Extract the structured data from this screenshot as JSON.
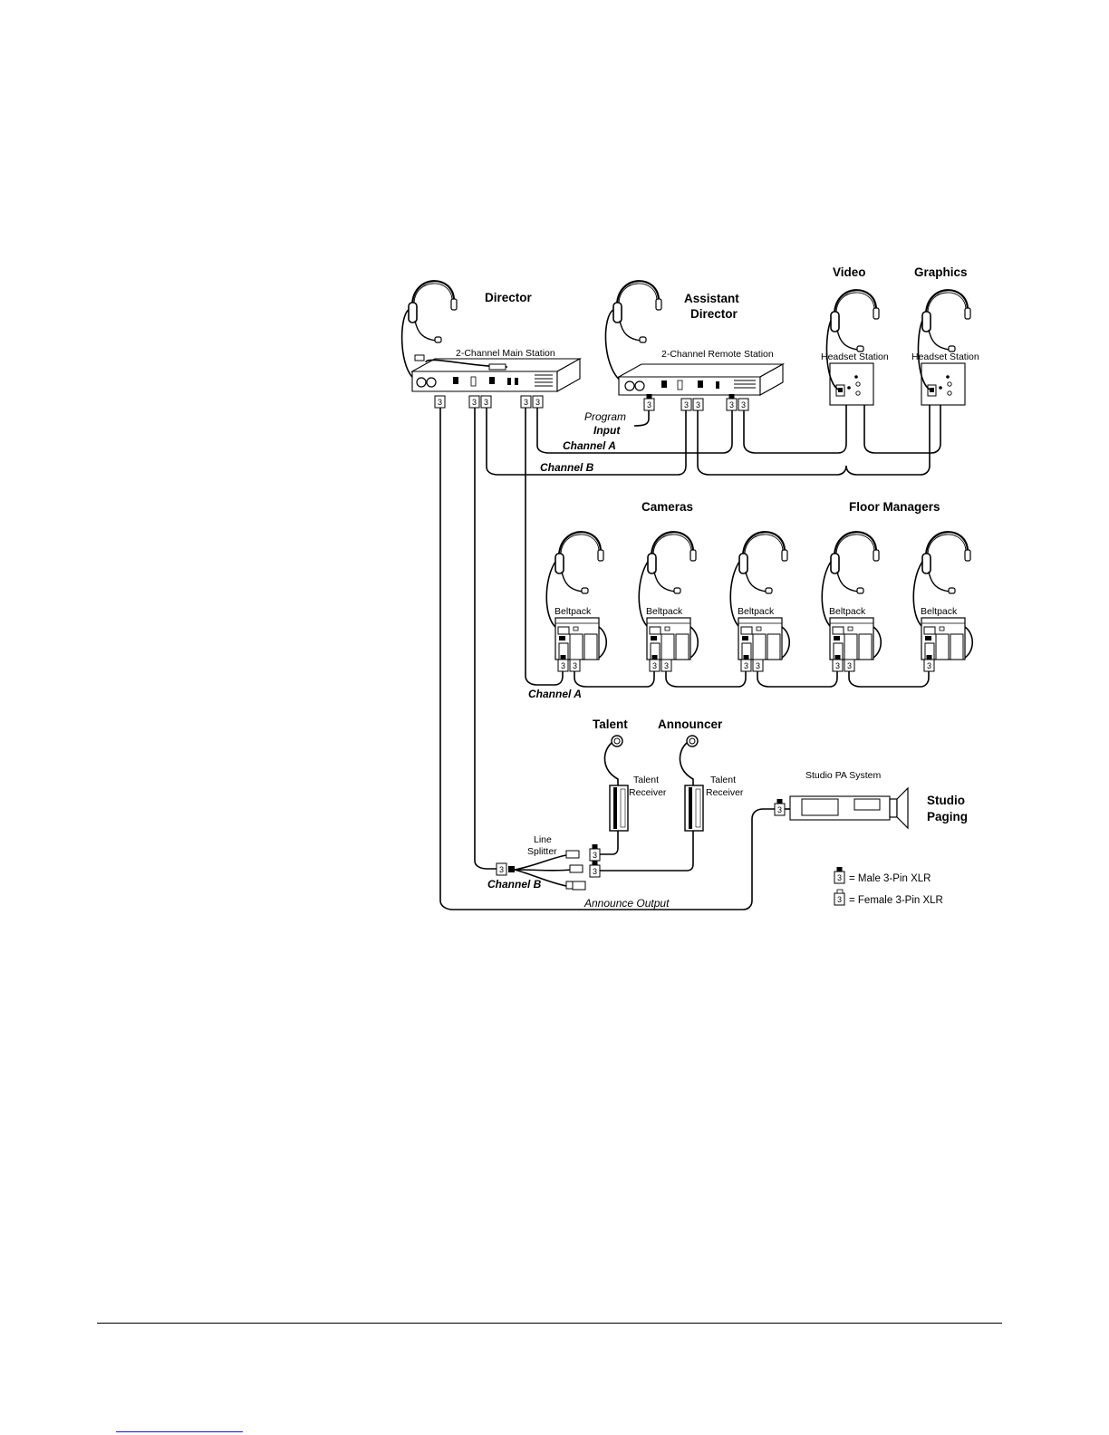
{
  "diagram": {
    "groups": {
      "director": "Director",
      "assistant_director": "Assistant Director",
      "assistant_director_line1": "Assistant",
      "assistant_director_line2": "Director",
      "video": "Video",
      "graphics": "Graphics",
      "cameras": "Cameras",
      "floor_managers": "Floor Managers",
      "talent": "Talent",
      "announcer": "Announcer",
      "studio_paging_line1": "Studio",
      "studio_paging_line2": "Paging"
    },
    "devices": {
      "main_station": "2-Channel Main Station",
      "remote_station": "2-Channel Remote Station",
      "headset_station": "Headset Station",
      "beltpack": "Beltpack",
      "talent_receiver_line1": "Talent",
      "talent_receiver_line2": "Receiver",
      "line_splitter_line1": "Line",
      "line_splitter_line2": "Splitter",
      "studio_pa": "Studio PA System"
    },
    "connections": {
      "program_input_line1": "Program",
      "program_input_line2": "Input",
      "channel_a": "Channel A",
      "channel_b": "Channel B",
      "announce_output": "Announce Output"
    },
    "connector_number": "3",
    "legend": {
      "male": "= Male 3-Pin XLR",
      "female": "= Female 3-Pin XLR"
    }
  }
}
